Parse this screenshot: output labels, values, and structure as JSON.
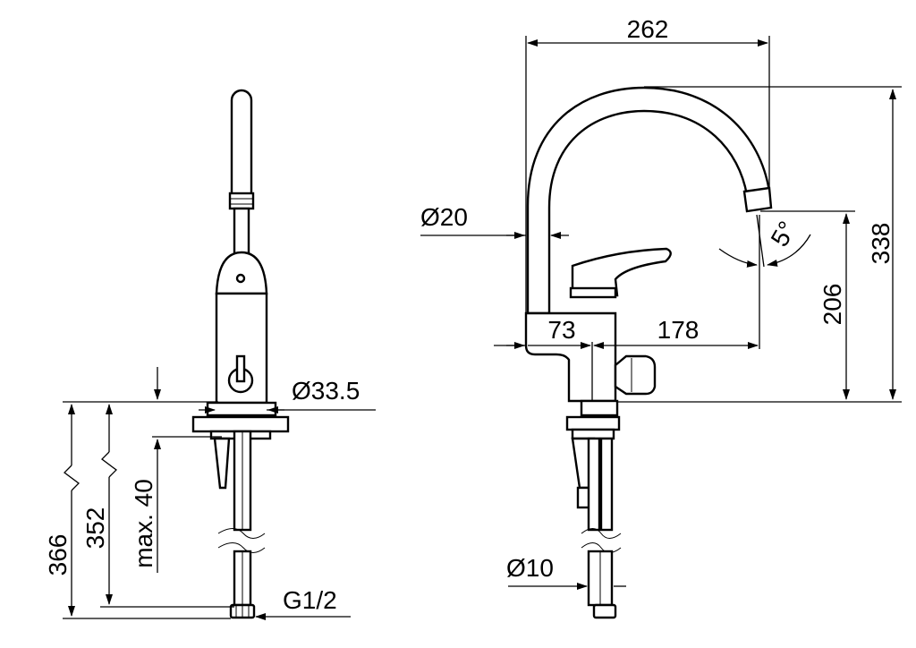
{
  "dimensions": {
    "total_width": "262",
    "total_height": "338",
    "spout_height": "206",
    "spout_offset": "178",
    "body_offset": "73",
    "spout_diameter": "Ø20",
    "angle": "5°",
    "base_diameter": "Ø33.5",
    "hose_diameter": "Ø10",
    "max_thickness": "max. 40",
    "length_366": "366",
    "length_352": "352",
    "thread": "G1/2"
  },
  "colors": {
    "line": "#000000",
    "background": "#ffffff"
  }
}
